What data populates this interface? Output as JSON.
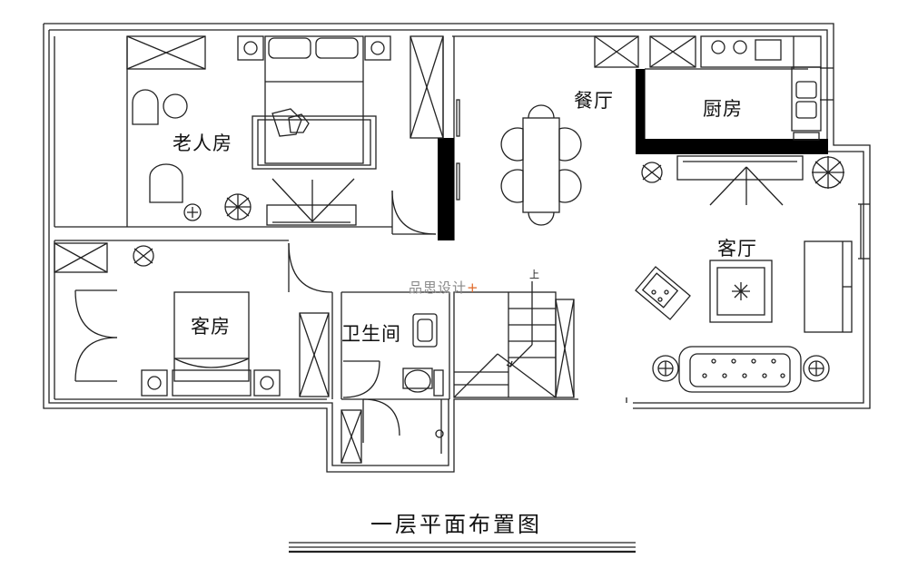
{
  "title": "一层平面布置图",
  "rooms": {
    "elderly_room": "老人房",
    "dining": "餐厅",
    "kitchen": "厨房",
    "living": "客厅",
    "guest_room": "客房",
    "bathroom": "卫生间"
  },
  "stair_mark": "上",
  "watermark": {
    "text": "品思设计",
    "plus": "+"
  },
  "colors": {
    "line": "#222222",
    "wall_fill": "#000000",
    "accent": "#e06a2a"
  }
}
